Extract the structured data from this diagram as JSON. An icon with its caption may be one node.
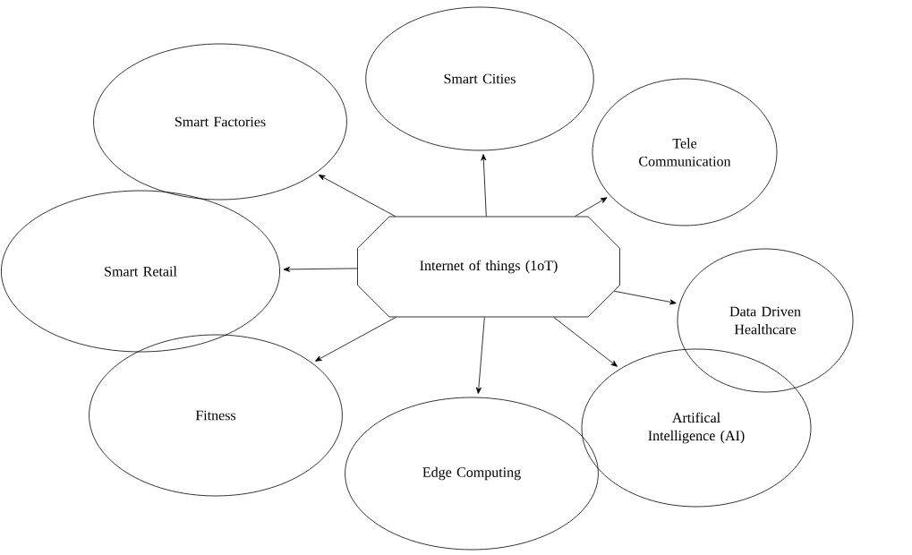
{
  "diagram": {
    "nodes": [
      {
        "text": [
          "Smart Cities"
        ]
      },
      {
        "text": [
          "Smart Factories"
        ]
      },
      {
        "text": [
          "Tele Communication"
        ]
      },
      {
        "text": [
          "Smart Retail"
        ]
      },
      {
        "text": [
          "Internet of things (1oT)"
        ]
      },
      {
        "text": [
          "Data Driven Healthcare"
        ]
      },
      {
        "text": [
          "Fitness"
        ]
      },
      {
        "text": [
          "Edge Computing"
        ]
      },
      {
        "text": [
          "Artifical Intelligence (AI)"
        ]
      }
    ],
    "edges": [
      {
        "from": 4,
        "to": 0,
        "arrow": "to"
      },
      {
        "from": 4,
        "to": 1,
        "arrow": "to"
      },
      {
        "from": 4,
        "to": 2,
        "arrow": "to"
      },
      {
        "from": 4,
        "to": 3,
        "arrow": "to"
      },
      {
        "from": 4,
        "to": 5,
        "arrow": "to"
      },
      {
        "from": 4,
        "to": 6,
        "arrow": "to"
      },
      {
        "from": 4,
        "to": 7,
        "arrow": "to"
      },
      {
        "from": 4,
        "to": 8,
        "arrow": "to"
      }
    ]
  }
}
